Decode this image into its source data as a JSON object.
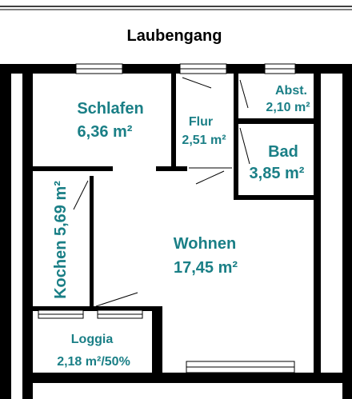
{
  "header": {
    "title": "Laubengang"
  },
  "rooms": {
    "schlafen": {
      "name": "Schlafen",
      "area": "6,36 m²"
    },
    "flur": {
      "name": "Flur",
      "area": "2,51 m²"
    },
    "abst": {
      "name": "Abst.",
      "area": "2,10 m²"
    },
    "bad": {
      "name": "Bad",
      "area": "3,85 m²"
    },
    "kochen": {
      "label": "Kochen 5,69 m²"
    },
    "wohnen": {
      "name": "Wohnen",
      "area": "17,45 m²"
    },
    "loggia": {
      "name": "Loggia",
      "area": "2,18 m²/50%"
    }
  },
  "colors": {
    "label": "#1a7f86",
    "wall": "#000000",
    "background": "#ffffff"
  }
}
